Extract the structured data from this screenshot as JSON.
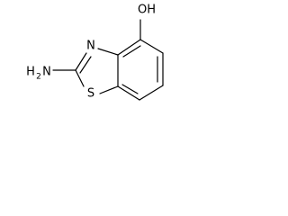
{
  "molecule": {
    "atoms": {
      "hydroxyl": "OH",
      "ring_nitrogen": "N",
      "sulfur": "S",
      "amine_h": "H",
      "amine_sub": "2",
      "amine_n": "N"
    }
  }
}
